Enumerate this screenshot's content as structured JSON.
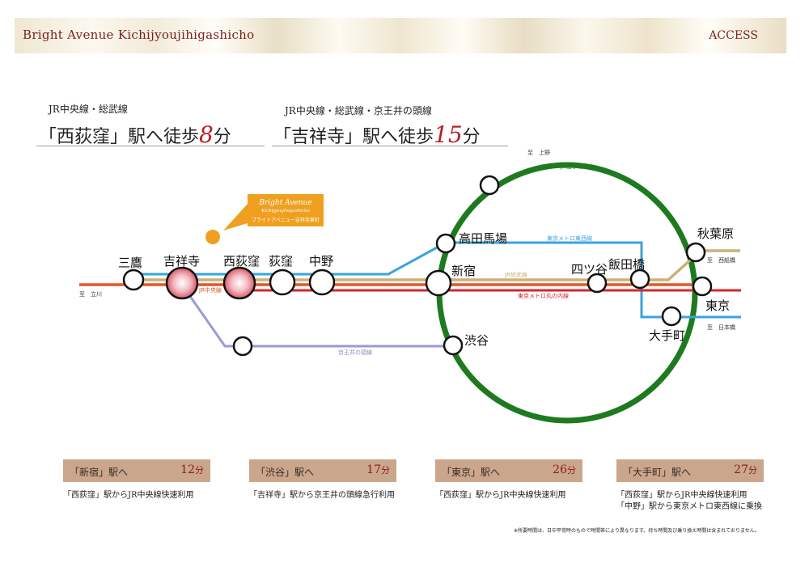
{
  "header": {
    "title": "Bright Avenue Kichijyoujihigashicho",
    "access": "ACCESS"
  },
  "headlines": {
    "left": {
      "line": "JR中央線・総武線",
      "prefix": "「西荻窪」駅へ徒歩",
      "minutes": "8",
      "unit": "分"
    },
    "right": {
      "line": "JR中央線・総武線・京王井の頭線",
      "prefix": "「吉祥寺」駅へ徒歩",
      "minutes": "15",
      "unit": "分"
    }
  },
  "property": {
    "logo_line1": "Bright Avenue",
    "logo_line2": "Kichijyoujihigashicho",
    "name_ja": "ブライトアベニュー吉祥寺東町"
  },
  "stations": {
    "mitaka": "三鷹",
    "kichijoji": "吉祥寺",
    "nishiogikubo": "西荻窪",
    "ogikubo": "荻窪",
    "nakano": "中野",
    "takadanobaba": "高田馬場",
    "shinjuku": "新宿",
    "yotsuya": "四ツ谷",
    "iidabashi": "飯田橋",
    "akihabara": "秋葉原",
    "tokyo": "東京",
    "otemachi": "大手町",
    "shibuya": "渋谷"
  },
  "line_labels": {
    "yamanote": "JR山手線",
    "tozai": "東京メトロ東西線",
    "sobu": "JR総武線",
    "marunouchi": "東京メトロ丸の内線",
    "inokashira": "京王井の頭線",
    "chuo": "JR中央線"
  },
  "directions": {
    "ueno": "至　上野",
    "tachikawa": "至　立川",
    "nishifunabashi": "至　西船橋",
    "nihonbashi": "至　日本橋"
  },
  "access_cards": [
    {
      "name": "「新宿」駅へ",
      "minutes": "12",
      "unit": "分",
      "notes": [
        "「西荻窪」駅からJR中央線快速利用"
      ]
    },
    {
      "name": "「渋谷」駅へ",
      "minutes": "17",
      "unit": "分",
      "notes": [
        "「吉祥寺」駅から京王井の頭線急行利用"
      ]
    },
    {
      "name": "「東京」駅へ",
      "minutes": "26",
      "unit": "分",
      "notes": [
        "「西荻窪」駅からJR中央線快速利用"
      ]
    },
    {
      "name": "「大手町」駅へ",
      "minutes": "27",
      "unit": "分",
      "notes": [
        "「西荻窪」駅からJR中央線快速利用",
        "「中野」駅から東京メトロ東西線に乗換"
      ]
    }
  ],
  "footnote": "※所要時間は、日中平常時のもので時間帯により異なります。待ち時間及び乗り換え時間は含まれておりません。",
  "colors": {
    "yamanote": "#1e7a1e",
    "chuo": "#e2562a",
    "sobu": "#c8b27a",
    "tozai": "#3aa3dc",
    "marunouchi": "#d6262b",
    "inokashira": "#9a9ad8",
    "accent": "#b81f24",
    "card": "#c9a68c",
    "property": "#f0a020"
  }
}
